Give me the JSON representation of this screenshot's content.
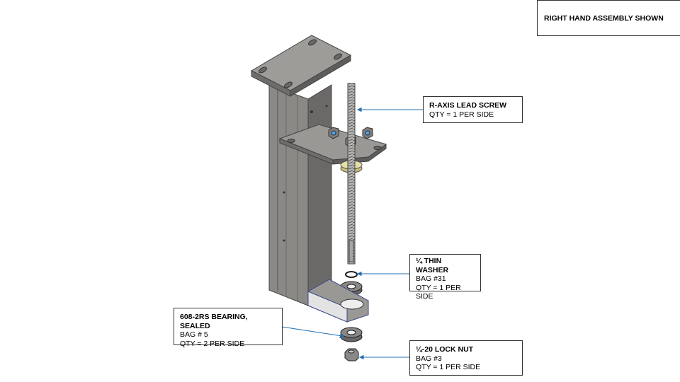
{
  "note": "RIGHT HAND ASSEMBLY SHOWN",
  "callouts": {
    "lead_screw": {
      "title": "R-AXIS LEAD SCREW",
      "lines": [
        "QTY = 1 PER SIDE"
      ]
    },
    "thin_washer": {
      "title": "¼ THIN WASHER",
      "lines": [
        "BAG #31",
        "QTY = 1 PER",
        "SIDE"
      ]
    },
    "bearing": {
      "title": "608-2RS BEARING, SEALED",
      "lines": [
        "BAG # 5",
        "QTY = 2 PER SIDE"
      ]
    },
    "lock_nut": {
      "title": "¼-20 LOCK NUT",
      "lines": [
        "BAG #3",
        "QTY = 1 PER SIDE"
      ]
    }
  },
  "colors": {
    "leader": "#1f6fb2",
    "metal": "#8a8886",
    "metal_dark": "#5f5d5b",
    "metal_light": "#a9a7a4",
    "brass": "#e8dfa8"
  }
}
